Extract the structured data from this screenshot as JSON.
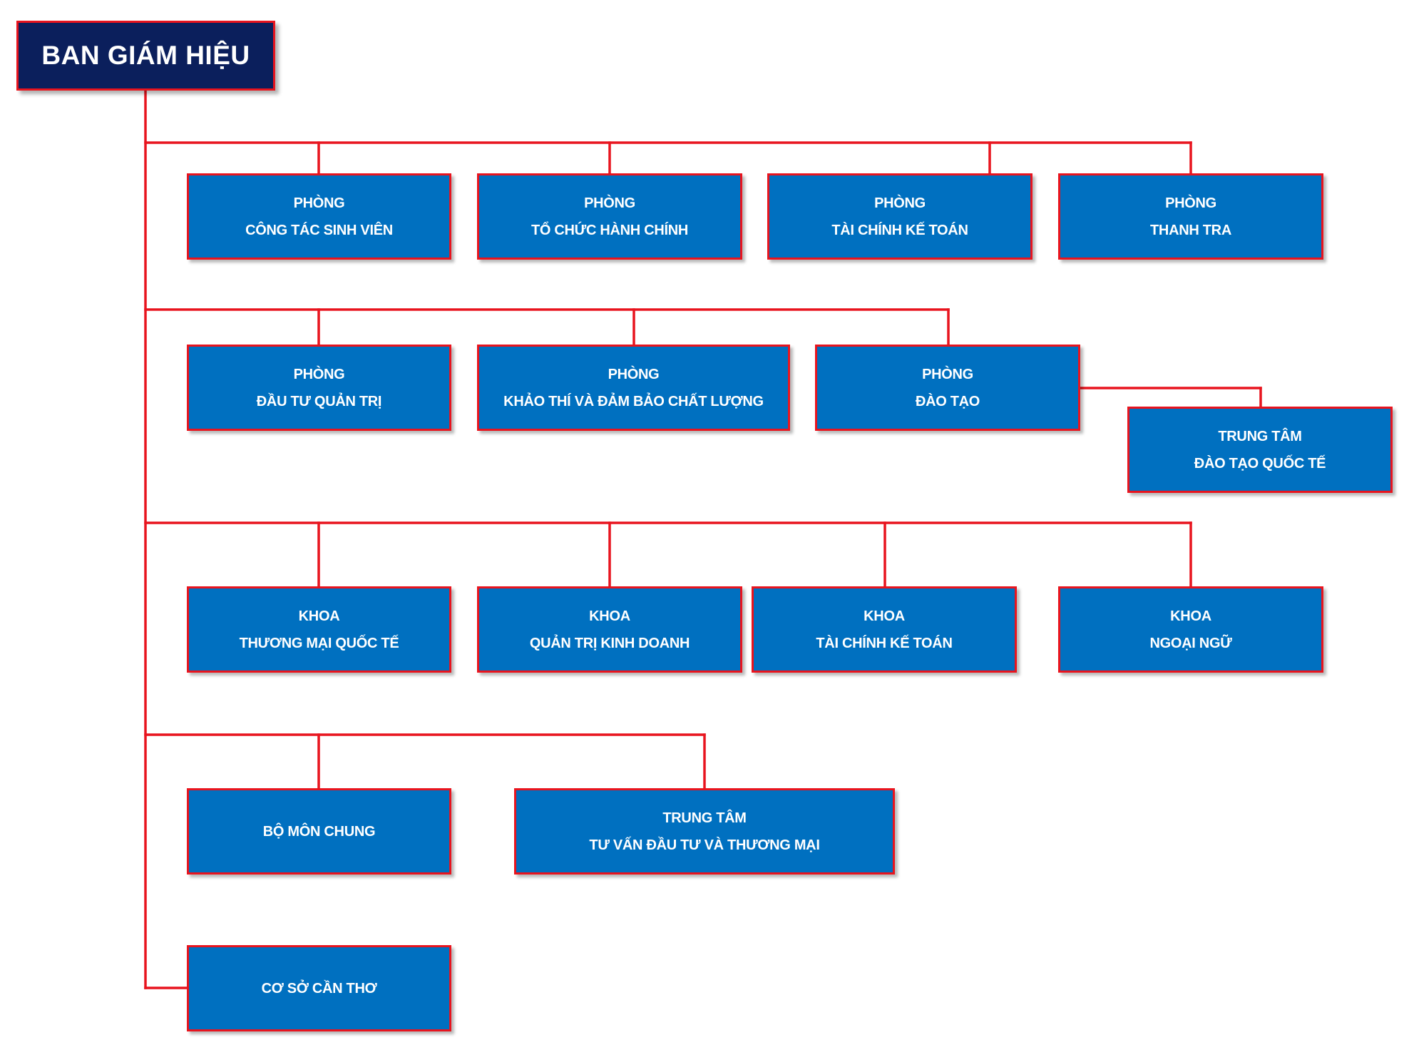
{
  "root": {
    "label": "BAN GIÁM HIỆU"
  },
  "row1": {
    "phong_ctsv": {
      "line1": "PHÒNG",
      "line2": "CÔNG TÁC SINH VIÊN"
    },
    "phong_tchc": {
      "line1": "PHÒNG",
      "line2": "TỔ CHỨC HÀNH CHÍNH"
    },
    "phong_tckt": {
      "line1": "PHÒNG",
      "line2": "TÀI CHÍNH KẾ TOÁN"
    },
    "phong_tt": {
      "line1": "PHÒNG",
      "line2": "THANH TRA"
    }
  },
  "row2": {
    "phong_dtqt": {
      "line1": "PHÒNG",
      "line2": "ĐẦU TƯ QUẢN TRỊ"
    },
    "phong_ktdbcl": {
      "line1": "PHÒNG",
      "line2": "KHẢO THÍ VÀ ĐẢM BẢO CHẤT LƯỢNG"
    },
    "phong_dt": {
      "line1": "PHÒNG",
      "line2": "ĐÀO TẠO"
    },
    "tt_dtqt": {
      "line1": "TRUNG TÂM",
      "line2": "ĐÀO TẠO QUỐC TẾ"
    }
  },
  "row3": {
    "khoa_tmqt": {
      "line1": "KHOA",
      "line2": "THƯƠNG MẠI QUỐC TẾ"
    },
    "khoa_qtkd": {
      "line1": "KHOA",
      "line2": "QUẢN TRỊ KINH DOANH"
    },
    "khoa_tckt": {
      "line1": "KHOA",
      "line2": "TÀI CHÍNH KẾ TOÁN"
    },
    "khoa_nn": {
      "line1": "KHOA",
      "line2": "NGOẠI NGỮ"
    }
  },
  "row4": {
    "bo_mon_chung": {
      "line1": "BỘ MÔN CHUNG"
    },
    "tt_tvdttm": {
      "line1": "TRUNG TÂM",
      "line2": "TƯ VẤN ĐẦU TƯ VÀ THƯƠNG MẠI"
    }
  },
  "row5": {
    "co_so_can_tho": {
      "line1": "CƠ SỞ CẦN THƠ"
    }
  },
  "colors": {
    "root_fill": "#0b1f5c",
    "node_fill": "#0070c0",
    "border": "#e8141e",
    "connector": "#e8141e",
    "text": "#ffffff"
  }
}
